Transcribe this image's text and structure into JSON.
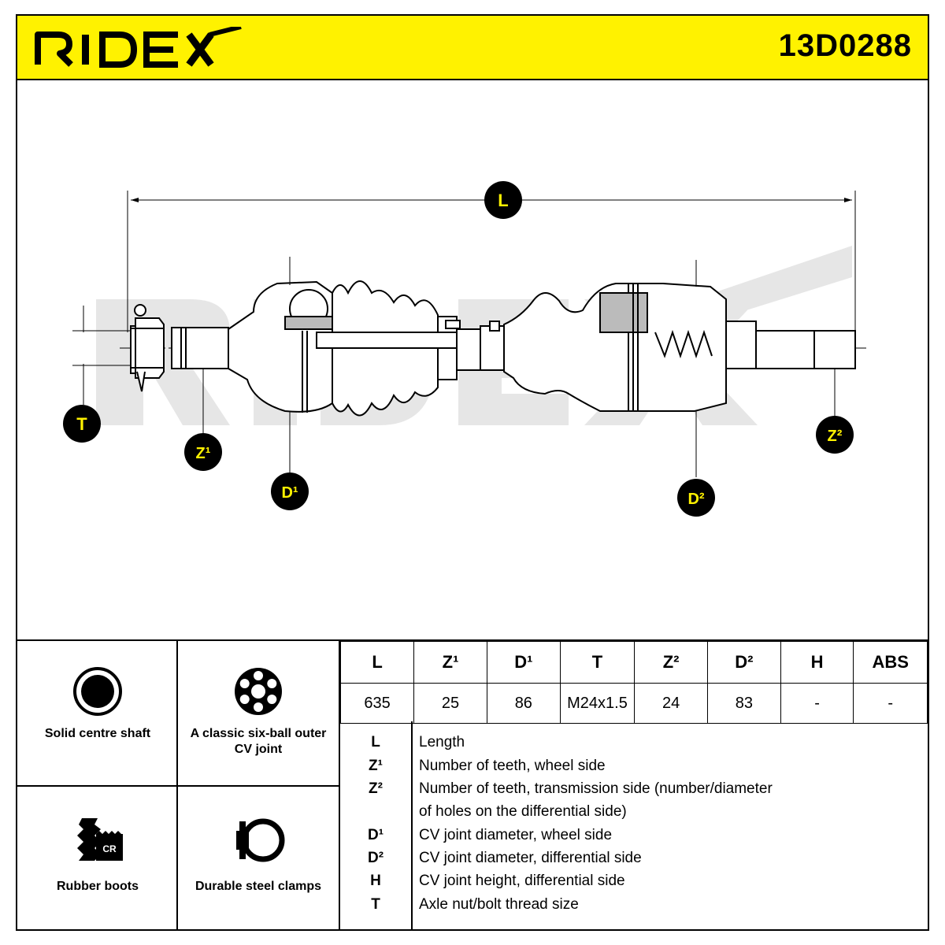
{
  "header": {
    "brand": "RIDEX",
    "part_number": "13D0288"
  },
  "drawing": {
    "watermark": "RIDEX",
    "labels": {
      "L": "L",
      "T": "T",
      "Z1": "Z¹",
      "D1": "D¹",
      "D2": "D²",
      "Z2": "Z²"
    }
  },
  "features": [
    {
      "icon": "solid-shaft-icon",
      "label": "Solid centre shaft"
    },
    {
      "icon": "six-ball-joint-icon",
      "label": "A classic six-ball outer CV joint"
    },
    {
      "icon": "rubber-boot-icon",
      "label": "Rubber boots",
      "badge": "CR"
    },
    {
      "icon": "steel-clamp-icon",
      "label": "Durable steel clamps"
    }
  ],
  "specs": {
    "headers": [
      "L",
      "Z¹",
      "D¹",
      "T",
      "Z²",
      "D²",
      "H",
      "ABS"
    ],
    "values": [
      "635",
      "25",
      "86",
      "M24x1.5",
      "24",
      "83",
      "-",
      "-"
    ]
  },
  "legend": [
    {
      "symbol": "L",
      "description": "Length"
    },
    {
      "symbol": "Z¹",
      "description": "Number of teeth, wheel side"
    },
    {
      "symbol": "Z²",
      "description": "Number of teeth, transmission side (number/diameter"
    },
    {
      "symbol": "",
      "description": "of holes on the differential side)"
    },
    {
      "symbol": "D¹",
      "description": "CV joint diameter, wheel side"
    },
    {
      "symbol": "D²",
      "description": "CV joint diameter, differential side"
    },
    {
      "symbol": "H",
      "description": "CV joint height, differential side"
    },
    {
      "symbol": "T",
      "description": "Axle nut/bolt thread size"
    }
  ],
  "colors": {
    "accent": "#fff200",
    "ink": "#000000",
    "watermark": "#e8e8e8"
  }
}
